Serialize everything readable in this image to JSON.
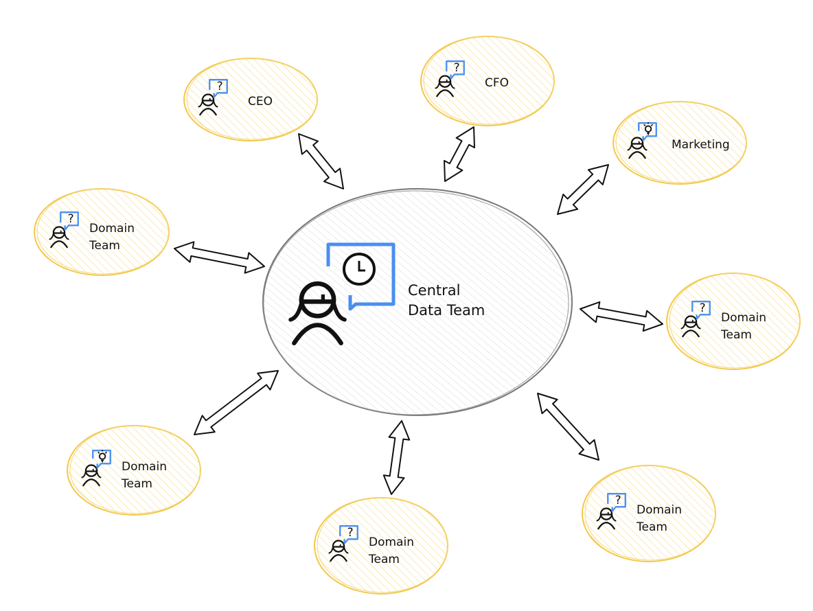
{
  "central": {
    "label_line1": "Central",
    "label_line2": "Data Team",
    "icon": "person-clock-icon"
  },
  "nodes": [
    {
      "line1": "CEO",
      "line2": "",
      "icon": "question"
    },
    {
      "line1": "CFO",
      "line2": "",
      "icon": "question"
    },
    {
      "line1": "Marketing",
      "line2": "",
      "icon": "lightbulb"
    },
    {
      "line1": "Domain",
      "line2": "Team",
      "icon": "question"
    },
    {
      "line1": "Domain",
      "line2": "Team",
      "icon": "question"
    },
    {
      "line1": "Domain",
      "line2": "Team",
      "icon": "lightbulb"
    },
    {
      "line1": "Domain",
      "line2": "Team",
      "icon": "question"
    },
    {
      "line1": "Domain",
      "line2": "Team",
      "icon": "question"
    }
  ],
  "colors": {
    "node_stroke": "#f2c94c",
    "bubble": "#4a8ff0",
    "central_stroke": "#777777"
  }
}
